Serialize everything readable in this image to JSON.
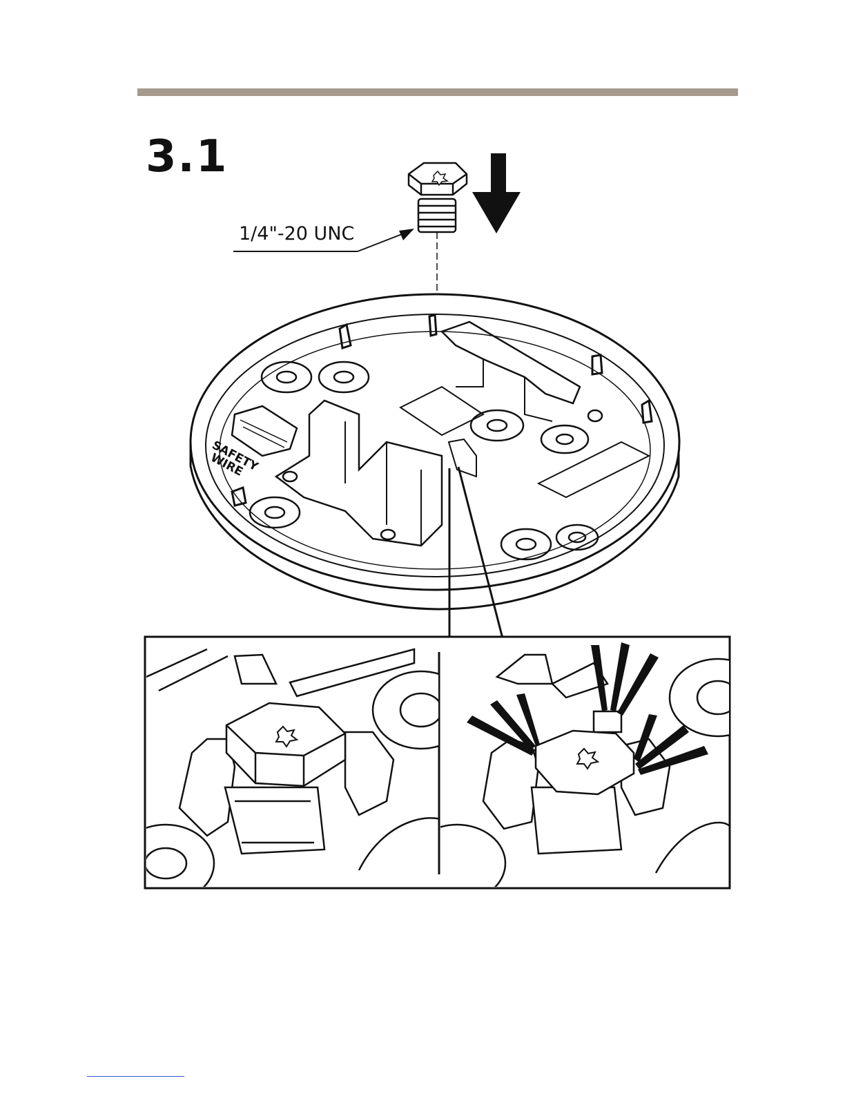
{
  "step": {
    "number": "3.1"
  },
  "screw": {
    "thread_spec": "1/4\"-20 UNC"
  },
  "base": {
    "embossed_text_line1": "SAFETY",
    "embossed_text_line2": "WIRE"
  },
  "colors": {
    "rule": "#a69a8e",
    "ink": "#111111",
    "link": "#3355cc"
  },
  "icons": {
    "screw": "hex-torx-screw-icon",
    "arrow": "down-arrow-icon",
    "click": "snap-click-lines-icon"
  }
}
